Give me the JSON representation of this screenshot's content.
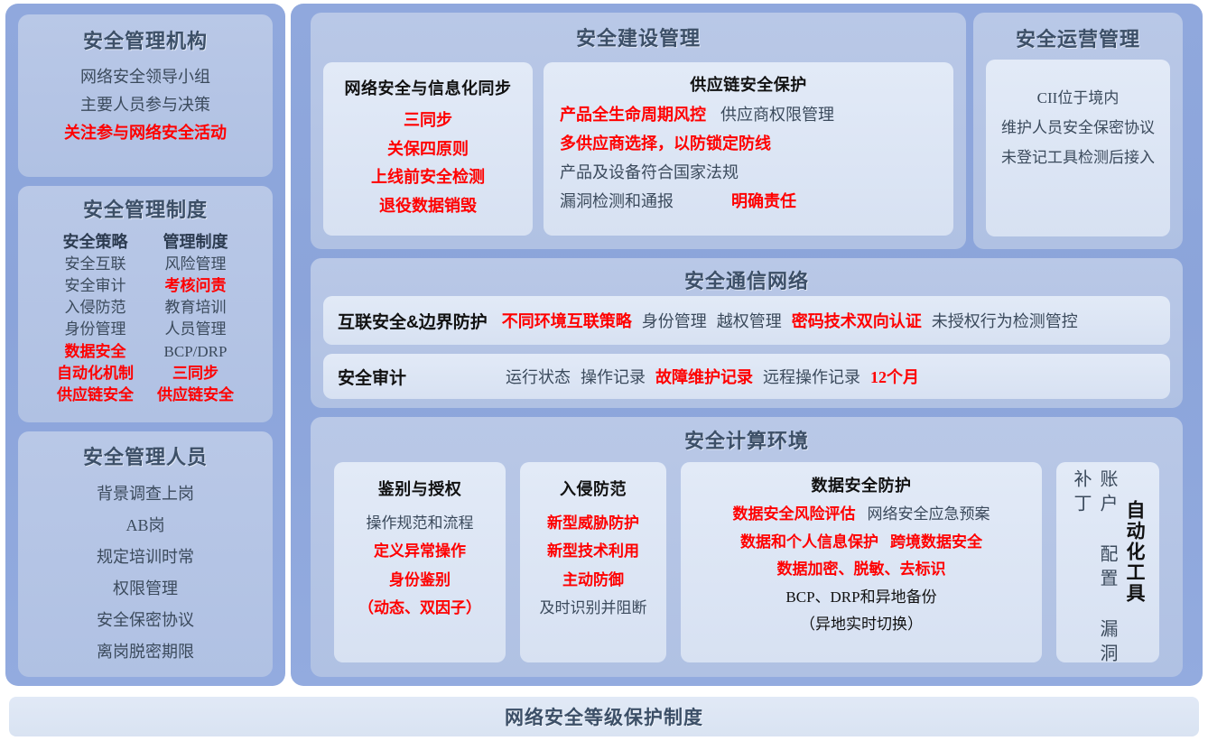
{
  "colors": {
    "outer_blue": "#8ba4da",
    "panel_blue": "#b4c5e4",
    "card_blue": "#dde6f4",
    "heading": "#3c4f67",
    "highlight_red": "#ff0000",
    "body_text": "#3b4a5c"
  },
  "left_column": {
    "org": {
      "title": "安全管理机构",
      "lines": [
        {
          "text": "网络安全领导小组",
          "red": false
        },
        {
          "text": "主要人员参与决策",
          "red": false
        },
        {
          "text": "关注参与网络安全活动",
          "red": true
        }
      ]
    },
    "system": {
      "title": "安全管理制度",
      "col_left": {
        "header": "安全策略",
        "items": [
          {
            "text": "安全互联",
            "red": false
          },
          {
            "text": "安全审计",
            "red": false
          },
          {
            "text": "入侵防范",
            "red": false
          },
          {
            "text": "身份管理",
            "red": false
          },
          {
            "text": "数据安全",
            "red": true
          },
          {
            "text": "自动化机制",
            "red": true
          },
          {
            "text": "供应链安全",
            "red": true
          }
        ]
      },
      "col_right": {
        "header": "管理制度",
        "items": [
          {
            "text": "风险管理",
            "red": false
          },
          {
            "text": "考核问责",
            "red": true
          },
          {
            "text": "教育培训",
            "red": false
          },
          {
            "text": "人员管理",
            "red": false
          },
          {
            "text": "BCP/DRP",
            "red": false
          },
          {
            "text": "三同步",
            "red": true
          },
          {
            "text": "供应链安全",
            "red": true
          }
        ]
      }
    },
    "staff": {
      "title": "安全管理人员",
      "lines": [
        {
          "text": "背景调查上岗",
          "red": false
        },
        {
          "text": "AB岗",
          "red": false
        },
        {
          "text": "规定培训时常",
          "red": false
        },
        {
          "text": "权限管理",
          "red": false
        },
        {
          "text": "安全保密协议",
          "red": false
        },
        {
          "text": "离岗脱密期限",
          "red": false
        }
      ]
    }
  },
  "construction": {
    "title": "安全建设管理",
    "sync_card": {
      "title": "网络安全与信息化同步",
      "lines": [
        {
          "text": "三同步",
          "red": true
        },
        {
          "text": "关保四原则",
          "red": true
        },
        {
          "text": "上线前安全检测",
          "red": true
        },
        {
          "text": "退役数据销毁",
          "red": true
        }
      ]
    },
    "supply_card": {
      "title": "供应链安全保护",
      "rows": [
        [
          {
            "text": "产品全生命周期风控",
            "red": true
          },
          {
            "text": "供应商权限管理",
            "red": false
          }
        ],
        [
          {
            "text": "多供应商选择，以防锁定防线",
            "red": true
          }
        ],
        [
          {
            "text": "产品及设备符合国家法规",
            "red": false
          }
        ],
        [
          {
            "text": "漏洞检测和通报",
            "red": false
          },
          {
            "text": "明确责任",
            "red": true
          }
        ]
      ]
    }
  },
  "operations": {
    "title": "安全运营管理",
    "lines": [
      {
        "text": "CII位于境内",
        "red": false
      },
      {
        "text": "维护人员安全保密协议",
        "red": false
      },
      {
        "text": "未登记工具检测后接入",
        "red": false
      }
    ]
  },
  "communication": {
    "title": "安全通信网络",
    "rows": [
      {
        "label": "互联安全&边界防护",
        "items": [
          {
            "text": "不同环境互联策略",
            "red": true
          },
          {
            "text": "身份管理",
            "red": false
          },
          {
            "text": "越权管理",
            "red": false
          },
          {
            "text": "密码技术双向认证",
            "red": true
          },
          {
            "text": "未授权行为检测管控",
            "red": false
          }
        ]
      },
      {
        "label": "安全审计",
        "items": [
          {
            "text": "运行状态",
            "red": false
          },
          {
            "text": "操作记录",
            "red": false
          },
          {
            "text": "故障维护记录",
            "red": true
          },
          {
            "text": "远程操作记录",
            "red": false
          },
          {
            "text": "12个月",
            "red": true
          }
        ]
      }
    ]
  },
  "compute": {
    "title": "安全计算环境",
    "auth_card": {
      "title": "鉴别与授权",
      "lines": [
        {
          "text": "操作规范和流程",
          "red": false
        },
        {
          "text": "定义异常操作",
          "red": true
        },
        {
          "text": "身份鉴别",
          "red": true
        },
        {
          "text": "（动态、双因子）",
          "red": true
        }
      ]
    },
    "intrusion_card": {
      "title": "入侵防范",
      "lines": [
        {
          "text": "新型威胁防护",
          "red": true
        },
        {
          "text": "新型技术利用",
          "red": true
        },
        {
          "text": "主动防御",
          "red": true
        },
        {
          "text": "及时识别并阻断",
          "red": false
        }
      ]
    },
    "data_card": {
      "title": "数据安全防护",
      "rows": [
        [
          {
            "text": "数据安全风险评估",
            "red": true
          },
          {
            "text": "网络安全应急预案",
            "red": false
          }
        ],
        [
          {
            "text": "数据和个人信息保护",
            "red": true
          },
          {
            "text": "跨境数据安全",
            "red": true
          }
        ],
        [
          {
            "text": "数据加密、脱敏、去标识",
            "red": true
          }
        ],
        [
          {
            "text": "BCP、DRP和异地备份",
            "red": false
          }
        ],
        [
          {
            "text": "（异地实时切换）",
            "red": false
          }
        ]
      ]
    },
    "tools_card": {
      "label": "自动化工具",
      "items": "账户 配置 漏洞 补丁"
    }
  },
  "footer": {
    "title": "网络安全等级保护制度"
  }
}
